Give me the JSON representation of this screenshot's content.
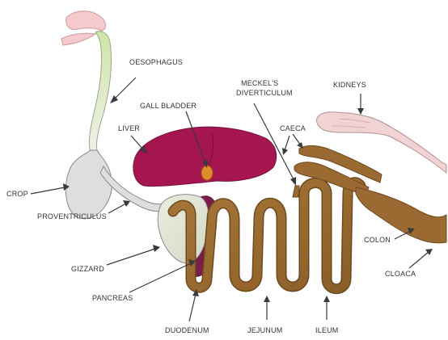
{
  "labels": {
    "oesophagus": "OESOPHAGUS",
    "gall_bladder": "GALL BLADDER",
    "liver": "LIVER",
    "meckels_line1": "MECKEL'S",
    "meckels_line2": "DIVERTICULUM",
    "kidneys": "KIDNEYS",
    "caeca": "CAECA",
    "crop": "CROP",
    "proventriculus": "PROVENTRICULUS",
    "gizzard": "GIZZARD",
    "pancreas": "PANCREAS",
    "duodenum": "DUODENUM",
    "jejunum": "JEJUNUM",
    "ileum": "ILEUM",
    "colon": "COLON",
    "cloaca": "CLOACA"
  },
  "colors": {
    "beak": "#f6c9cc",
    "oesophagus_top": "#cfe5a8",
    "oesophagus_bottom": "#f2f2ee",
    "crop": "#dedede",
    "gizzard": "#e1e5d6",
    "liver": "#a5154f",
    "gall_bladder": "#e08c2d",
    "pancreas": "#7a1d4c",
    "intestine": "#9a6a32",
    "intestine_edge": "#6e4a1e",
    "kidneys": "#f2d3d3",
    "outline": "#8a8a8a"
  }
}
